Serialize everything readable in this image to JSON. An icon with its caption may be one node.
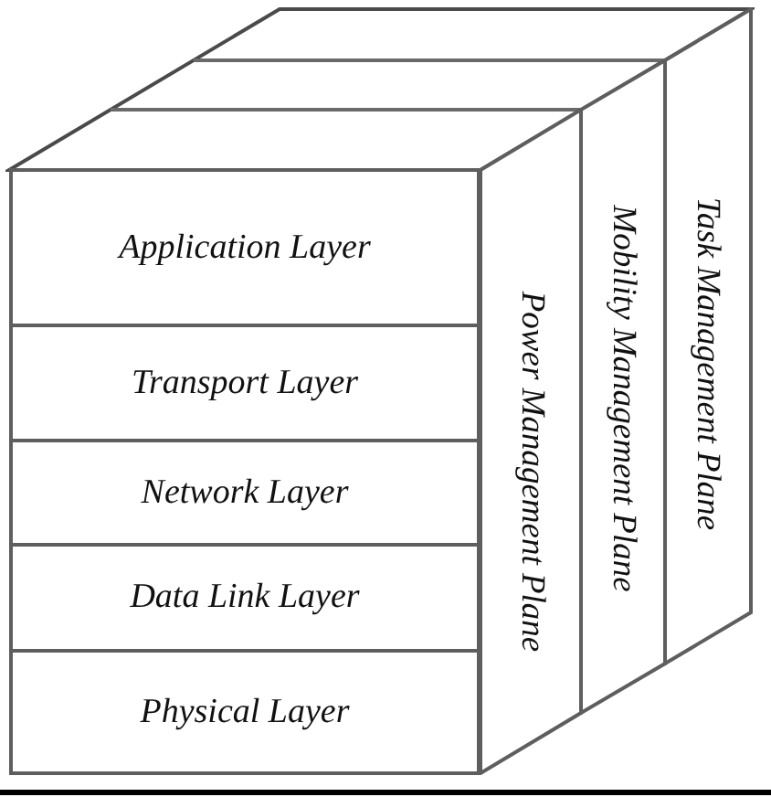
{
  "diagram": {
    "nodes": [
      {
        "text": [
          "Application Layer"
        ]
      },
      {
        "text": [
          "Transport Layer"
        ]
      },
      {
        "text": [
          "Network Layer"
        ]
      },
      {
        "text": [
          "Data Link Layer"
        ]
      },
      {
        "text": [
          "Physical Layer"
        ]
      },
      {
        "text": [
          "Power Management Plane"
        ]
      },
      {
        "text": [
          "Mobility Management Plane"
        ]
      },
      {
        "text": [
          "Task Management Plane"
        ]
      }
    ]
  }
}
